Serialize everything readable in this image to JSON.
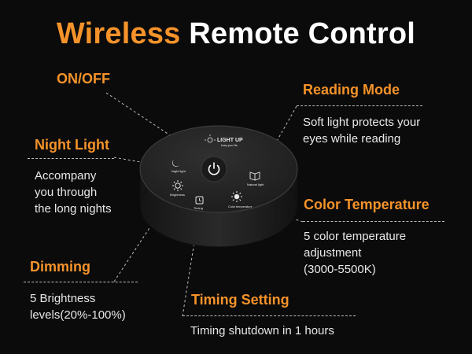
{
  "title": {
    "accent": "Wireless",
    "rest": "Remote Control"
  },
  "features": {
    "onoff": {
      "label": "ON/OFF"
    },
    "reading": {
      "label": "Reading Mode",
      "desc": [
        "Soft light protects your",
        "eyes while reading"
      ]
    },
    "night": {
      "label": "Night Light",
      "desc": [
        "Accompany",
        "you through",
        "the long nights"
      ]
    },
    "color": {
      "label": "Color Temperature",
      "desc": [
        "5 color temperature",
        "adjustment",
        "(3000-5500K)"
      ]
    },
    "dimming": {
      "label": "Dimming",
      "desc": [
        "5 Brightness",
        "levels(20%-100%)"
      ]
    },
    "timing": {
      "label": "Timing Setting",
      "desc": [
        "Timing shutdown in 1 hours"
      ]
    }
  },
  "device": {
    "brand_line1": "LIGHT UP",
    "brand_line2": "keep your life",
    "buttons": {
      "night": "Night light",
      "natural": "Natural light",
      "brightness": "Brightness",
      "color": "Color temperature",
      "timing": "Timing"
    }
  },
  "colors": {
    "accent": "#f5932a",
    "background": "#0b0b0b",
    "device_body": "#2a2a2a"
  },
  "icons": [
    "power-icon",
    "moon-icon",
    "sun-icon",
    "book-icon",
    "timer-icon",
    "brand-logo-icon"
  ]
}
